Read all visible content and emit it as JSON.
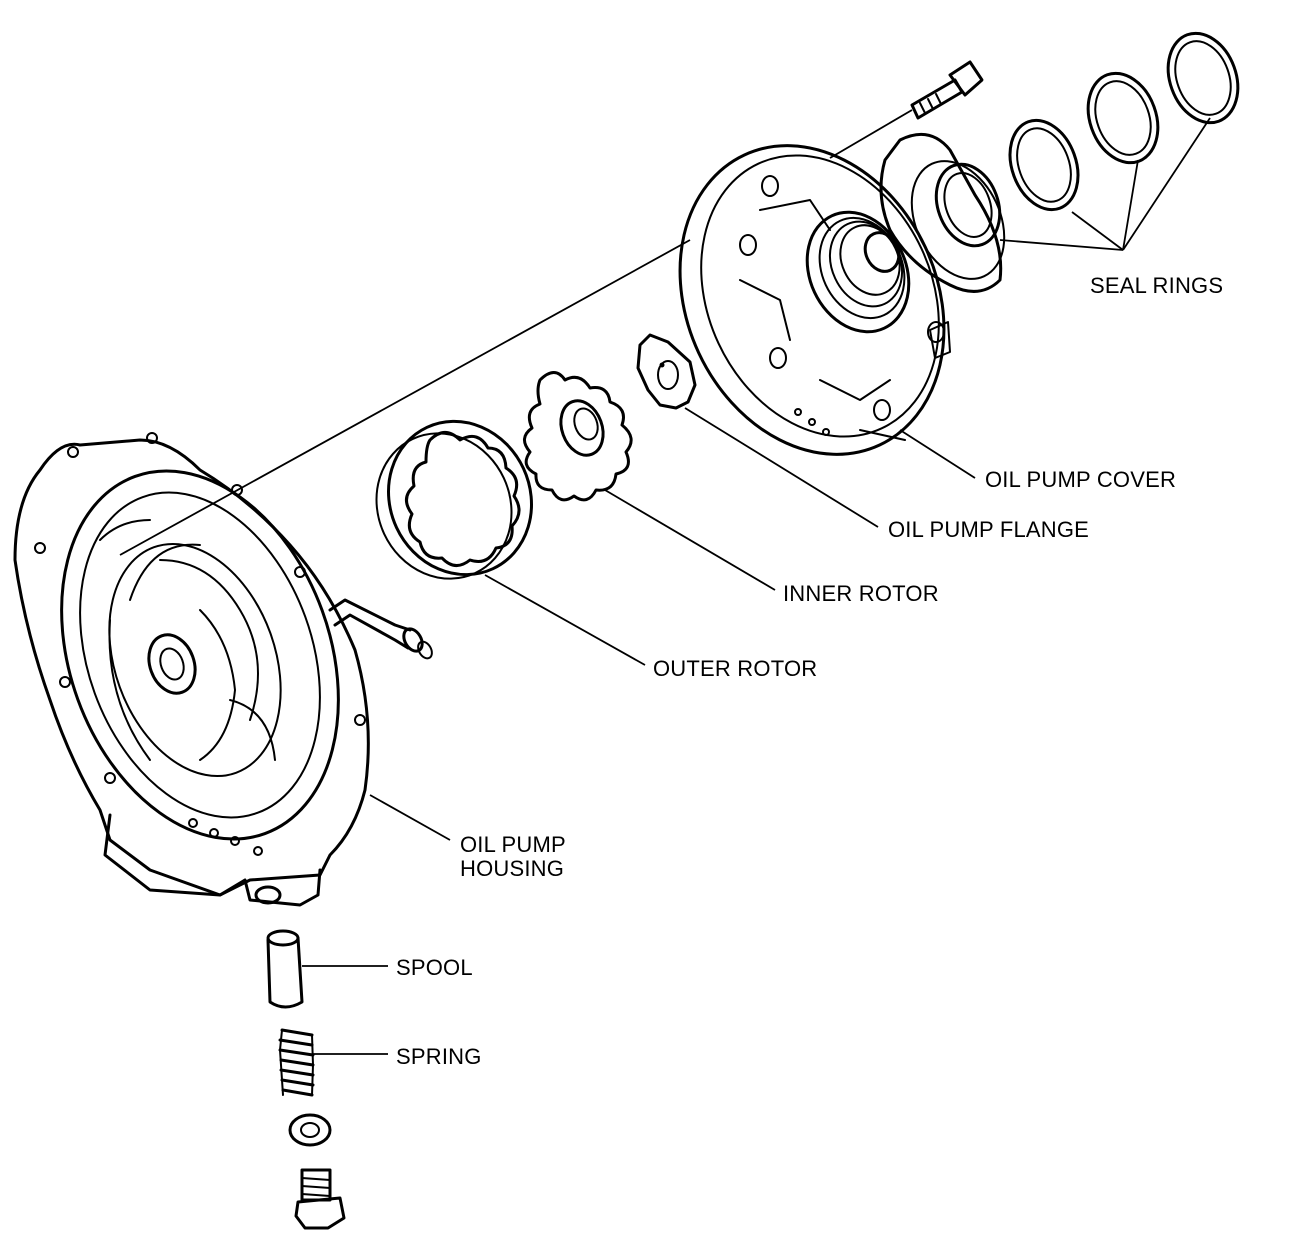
{
  "labels": {
    "seal_rings": "SEAL RINGS",
    "oil_pump_cover": "OIL PUMP COVER",
    "oil_pump_flange": "OIL PUMP FLANGE",
    "inner_rotor": "INNER ROTOR",
    "outer_rotor": "OUTER ROTOR",
    "oil_pump_housing_line1": "OIL PUMP",
    "oil_pump_housing_line2": "HOUSING",
    "spool": "SPOOL",
    "spring": "SPRING"
  }
}
